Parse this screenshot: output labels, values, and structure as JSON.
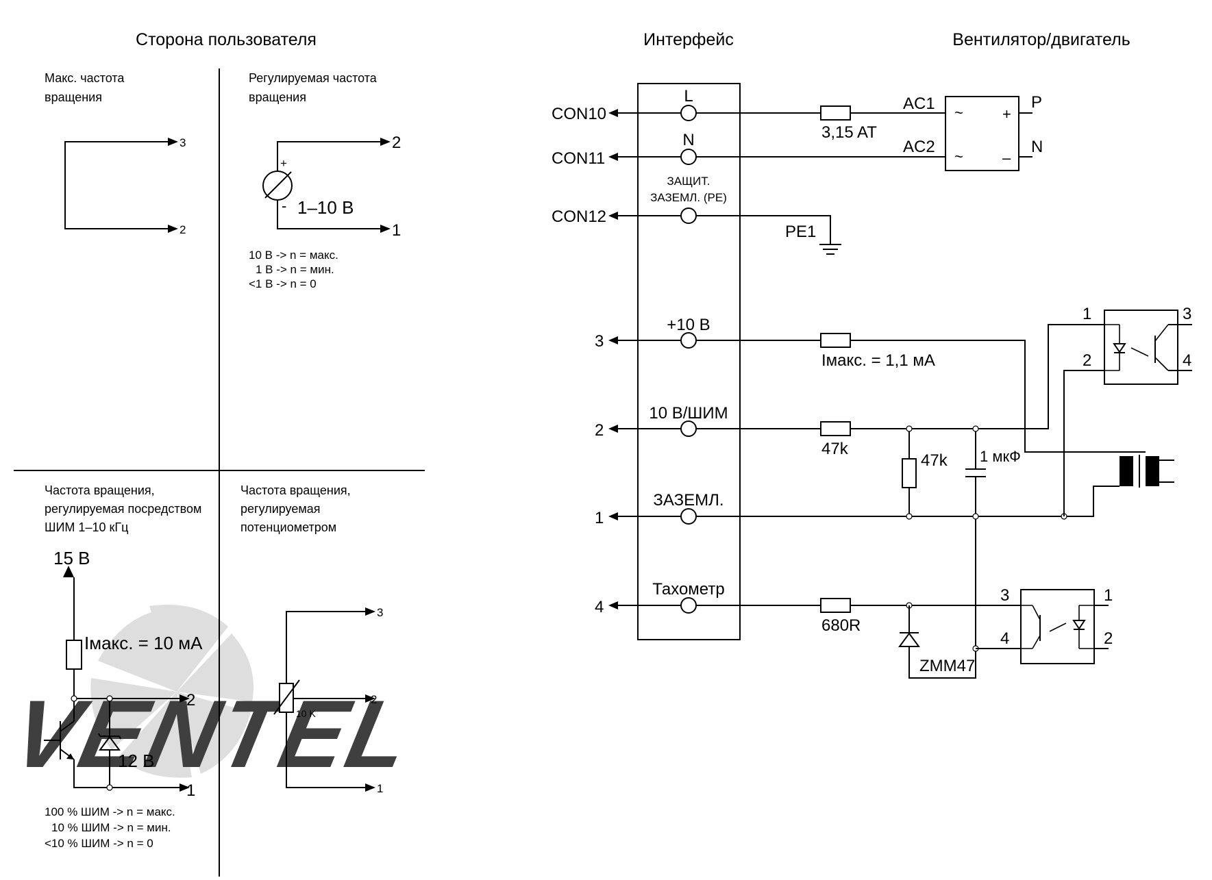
{
  "headers": {
    "user_side": "Сторона пользователя",
    "interface": "Интерфейс",
    "fan_motor": "Вентилятор/двигатель"
  },
  "panel_max_speed": {
    "title_line1": "Макс. частота",
    "title_line2": "вращения",
    "pin_top": "3",
    "pin_bottom": "2"
  },
  "panel_adjustable": {
    "title_line1": "Регулируемая частота",
    "title_line2": "вращения",
    "pin_top": "2",
    "pin_bottom": "1",
    "plus": "+",
    "minus": "-",
    "source_label": "1–10 В",
    "note1": "10 В -> n = макс.",
    "note2": "1 В -> n = мин.",
    "note3": "<1 В -> n = 0"
  },
  "panel_pwm": {
    "title_line1": "Частота вращения,",
    "title_line2": "регулируемая посредством",
    "title_line3": "ШИМ 1–10 кГц",
    "supply": "15 В",
    "resistor": "Iмакс. = 10 мА",
    "zener": "12 В",
    "pin_top": "2",
    "pin_bottom": "1",
    "note1": "100 % ШИМ -> n = макс.",
    "note2": "10 % ШИМ -> n = мин.",
    "note3": "<10 % ШИМ -> n = 0"
  },
  "panel_pot": {
    "title_line1": "Частота вращения,",
    "title_line2": "регулируемая",
    "title_line3": "потенциометром",
    "pin_top": "3",
    "pin_mid": "2",
    "pin_bottom": "1",
    "pot_value": "10 K"
  },
  "interface": {
    "con10": "CON10",
    "con11": "CON11",
    "con12": "CON12",
    "term_L": "L",
    "term_N": "N",
    "pe_line1": "ЗАЩИТ.",
    "pe_line2": "ЗАЗЕМЛ. (PE)",
    "term_10v": "+10 В",
    "term_pwm": "10 В/ШИМ",
    "term_gnd": "ЗАЗЕМЛ.",
    "term_tacho": "Тахометр",
    "pin3": "3",
    "pin2": "2",
    "pin1": "1",
    "pin4": "4"
  },
  "motor": {
    "fuse": "3,15 AT",
    "ac1": "AC1",
    "ac2": "AC2",
    "p": "P",
    "n": "N",
    "tilde_top": "~",
    "tilde_bottom": "~",
    "plus": "+",
    "minus": "–",
    "pe1": "PE1",
    "r_10v": "Iмакс. = 1,1 мА",
    "r_pwm": "47k",
    "r_shunt": "47k",
    "cap": "1 мкФ",
    "r_tacho": "680R",
    "zener": "ZMM47",
    "opto1_p1": "1",
    "opto1_p2": "2",
    "opto1_p3": "3",
    "opto1_p4": "4",
    "opto2_p1": "1",
    "opto2_p2": "2",
    "opto2_p3": "3",
    "opto2_p4": "4"
  },
  "watermark": {
    "text": "VENTEL",
    "color_main": "#c9c9c9",
    "color_accent": "#bcd6ee"
  }
}
